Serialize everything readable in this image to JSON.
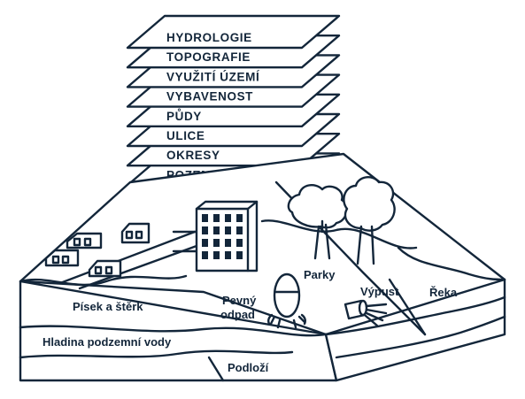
{
  "layers": [
    {
      "label": "HYDROLOGIE"
    },
    {
      "label": "TOPOGRAFIE"
    },
    {
      "label": "VYUŽITÍ ÚZEMÍ"
    },
    {
      "label": "VYBAVENOST"
    },
    {
      "label": "PŮDY"
    },
    {
      "label": "ULICE"
    },
    {
      "label": "OKRESY"
    },
    {
      "label": "POZEMKY"
    }
  ],
  "labels": {
    "gravel": "Písek a štěrk",
    "landfill_line1": "Pevný",
    "landfill_line2": "odpad",
    "parks": "Parky",
    "outlet": "Výpust",
    "river": "Řeka",
    "groundwater": "Hladina podzemní vody",
    "bedrock": "Podloží"
  },
  "colors": {
    "ink": "#13263a",
    "background": "#ffffff"
  }
}
